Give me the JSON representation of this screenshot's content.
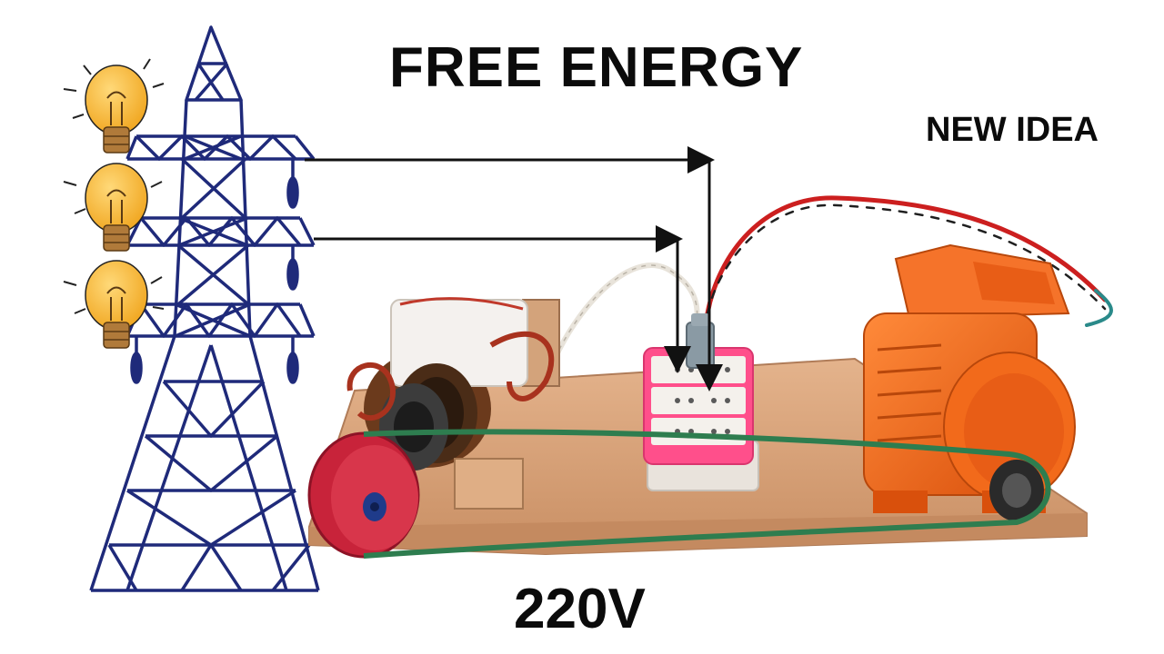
{
  "title": "FREE ENERGY",
  "subtitle": "NEW IDEA",
  "voltage_label": "220V",
  "colors": {
    "tower": "#1f2a7a",
    "bulb": "#f4b632",
    "bulb_base": "#b07a3a",
    "board": "#d9a47c",
    "motor": "#f26a1b",
    "belt": "#2e7d4f",
    "pulley": "#c8233a",
    "socket_frame": "#ff4f8b",
    "wire_red": "#cc1f1f",
    "wire_white": "#e8e3da",
    "arrow": "#111111"
  },
  "icons": [
    "transmission-tower-icon",
    "light-bulb-icon",
    "motor-icon",
    "generator-icon",
    "socket-icon"
  ]
}
